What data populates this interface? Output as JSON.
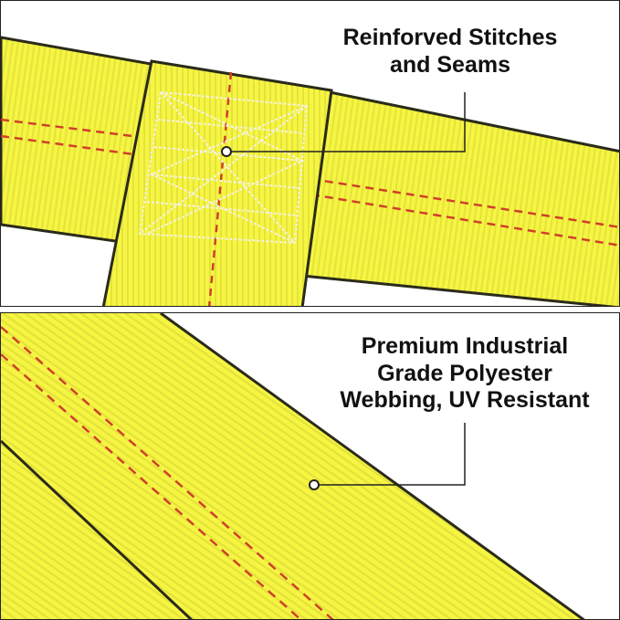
{
  "callouts": {
    "top": {
      "line1": "Reinforved Stitches",
      "line2": "and Seams"
    },
    "bottom": {
      "line1": "Premium Industrial",
      "line2": "Grade Polyester",
      "line3": "Webbing, UV Resistant"
    }
  },
  "colors": {
    "webbing": "#f6f542",
    "webbing_shade": "#e2e23a",
    "edge": "#2b2b1a",
    "tracer": "#d0402a",
    "stitch": "#f4f1e6",
    "leader": "#222222"
  }
}
